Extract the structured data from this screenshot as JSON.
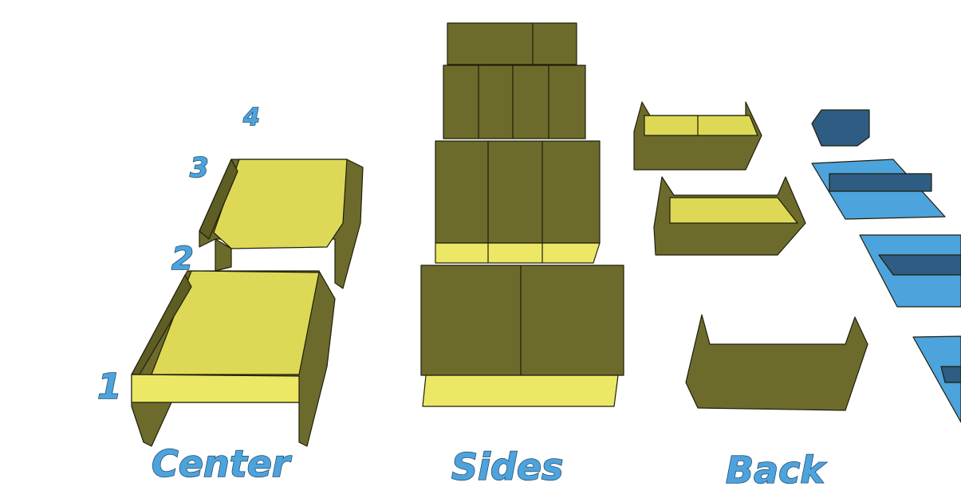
{
  "labels": {
    "center": "Center",
    "sides": "Sides",
    "back": "Back",
    "num1": "1",
    "num2": "2",
    "num3": "3",
    "num4": "4"
  },
  "colors": {
    "panel_side": "#6d6b2c",
    "panel_top": "#ddd957",
    "label_blue": "#4da3dc",
    "tray_dark_blue": "#2e5c82"
  }
}
